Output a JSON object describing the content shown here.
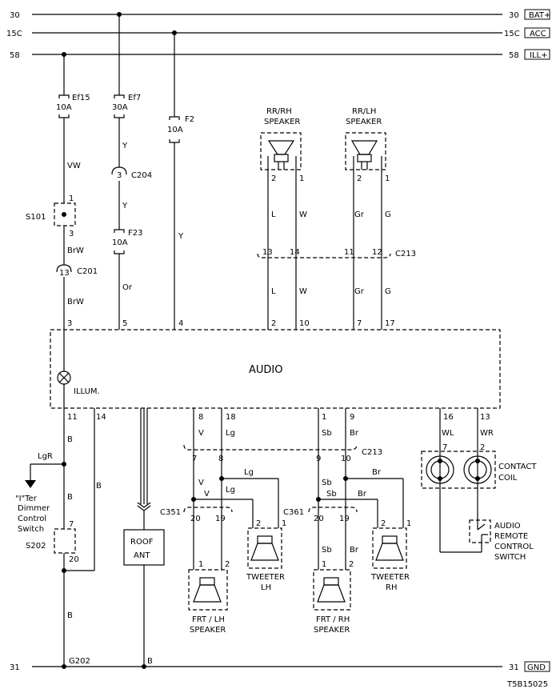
{
  "rails": {
    "bat": {
      "num": "30",
      "tag": "BAT+"
    },
    "acc": {
      "num": "15C",
      "tag": "ACC"
    },
    "ill": {
      "num": "58",
      "tag": "ILL+"
    },
    "gnd": {
      "num": "31",
      "tag": "GND"
    }
  },
  "fuses": {
    "ef15": {
      "name": "Ef15",
      "rating": "10A"
    },
    "ef7": {
      "name": "Ef7",
      "rating": "30A"
    },
    "f2": {
      "name": "F2",
      "rating": "10A"
    },
    "f23": {
      "name": "F23",
      "rating": "10A"
    }
  },
  "connectors": {
    "c204": "C204",
    "c201": "C201",
    "c213_top": "C213",
    "c213_bot": "C213",
    "c351": "C351",
    "c361": "C361",
    "s101": "S101",
    "s202": "S202",
    "g202": "G202"
  },
  "wires": {
    "vw": "VW",
    "brw1": "BrW",
    "brw2": "BrW",
    "y1": "Y",
    "y2": "Y",
    "y3": "Y",
    "or": "Or",
    "rr_l1": "L",
    "rr_w1": "W",
    "rr_gr1": "Gr",
    "rr_g1": "G",
    "rr_l2": "L",
    "rr_w2": "W",
    "rr_gr2": "Gr",
    "rr_g2": "G",
    "b1": "B",
    "b2": "B",
    "b3": "B",
    "b4": "B",
    "lgr": "LgR",
    "v1": "V",
    "lg1": "Lg",
    "sb1": "Sb",
    "br1": "Br",
    "wl": "WL",
    "wr": "WR",
    "v2": "V",
    "v3": "V",
    "lg2": "Lg",
    "lg3": "Lg",
    "sb2": "Sb",
    "sb3": "Sb",
    "br2": "Br",
    "br3": "Br",
    "sb4": "Sb",
    "br4": "Br",
    "gnd_b": "B"
  },
  "pins": {
    "s101_1": "1",
    "s101_3": "3",
    "c204_3": "3",
    "c201_13": "13",
    "rrrh_2": "2",
    "rrrh_1": "1",
    "rrlh_2": "2",
    "rrlh_1": "1",
    "c213t_13": "13",
    "c213t_14": "14",
    "c213t_11": "11",
    "c213t_12": "12",
    "a_3": "3",
    "a_5": "5",
    "a_4": "4",
    "a_2": "2",
    "a_10": "10",
    "a_7": "7",
    "a_17": "17",
    "a_11": "11",
    "a_14": "14",
    "a_8": "8",
    "a_18": "18",
    "a_1": "1",
    "a_9": "9",
    "a_16": "16",
    "a_13": "13",
    "c213b_7": "7",
    "c213b_8": "8",
    "c213b_9": "9",
    "c213b_10": "10",
    "cc_7": "7",
    "cc_2": "2",
    "c351_20": "20",
    "c351_19": "19",
    "c361_20": "20",
    "c361_19": "19",
    "twl_2": "2",
    "twl_1": "1",
    "twr_2": "2",
    "twr_1": "1",
    "frl_1": "1",
    "frl_2": "2",
    "frr_1": "1",
    "frr_2": "2",
    "s202_7": "7",
    "s202_20": "20"
  },
  "components": {
    "rr_rh": [
      "RR/RH",
      "SPEAKER"
    ],
    "rr_lh": [
      "RR/LH",
      "SPEAKER"
    ],
    "audio": "AUDIO",
    "illum": "ILLUM.",
    "dimmer": [
      "\"I\"Ter",
      "Dimmer",
      "Control",
      "Switch"
    ],
    "roof_ant": [
      "ROOF",
      "ANT"
    ],
    "tweeter_lh": [
      "TWEETER",
      "LH"
    ],
    "tweeter_rh": [
      "TWEETER",
      "RH"
    ],
    "frt_lh": [
      "FRT / LH",
      "SPEAKER"
    ],
    "frt_rh": [
      "FRT / RH",
      "SPEAKER"
    ],
    "contact_coil": [
      "CONTACT",
      "COIL"
    ],
    "remote_switch": [
      "AUDIO",
      "REMOTE",
      "CONTROL",
      "SWITCH"
    ]
  },
  "figure_code": "T5B15025"
}
